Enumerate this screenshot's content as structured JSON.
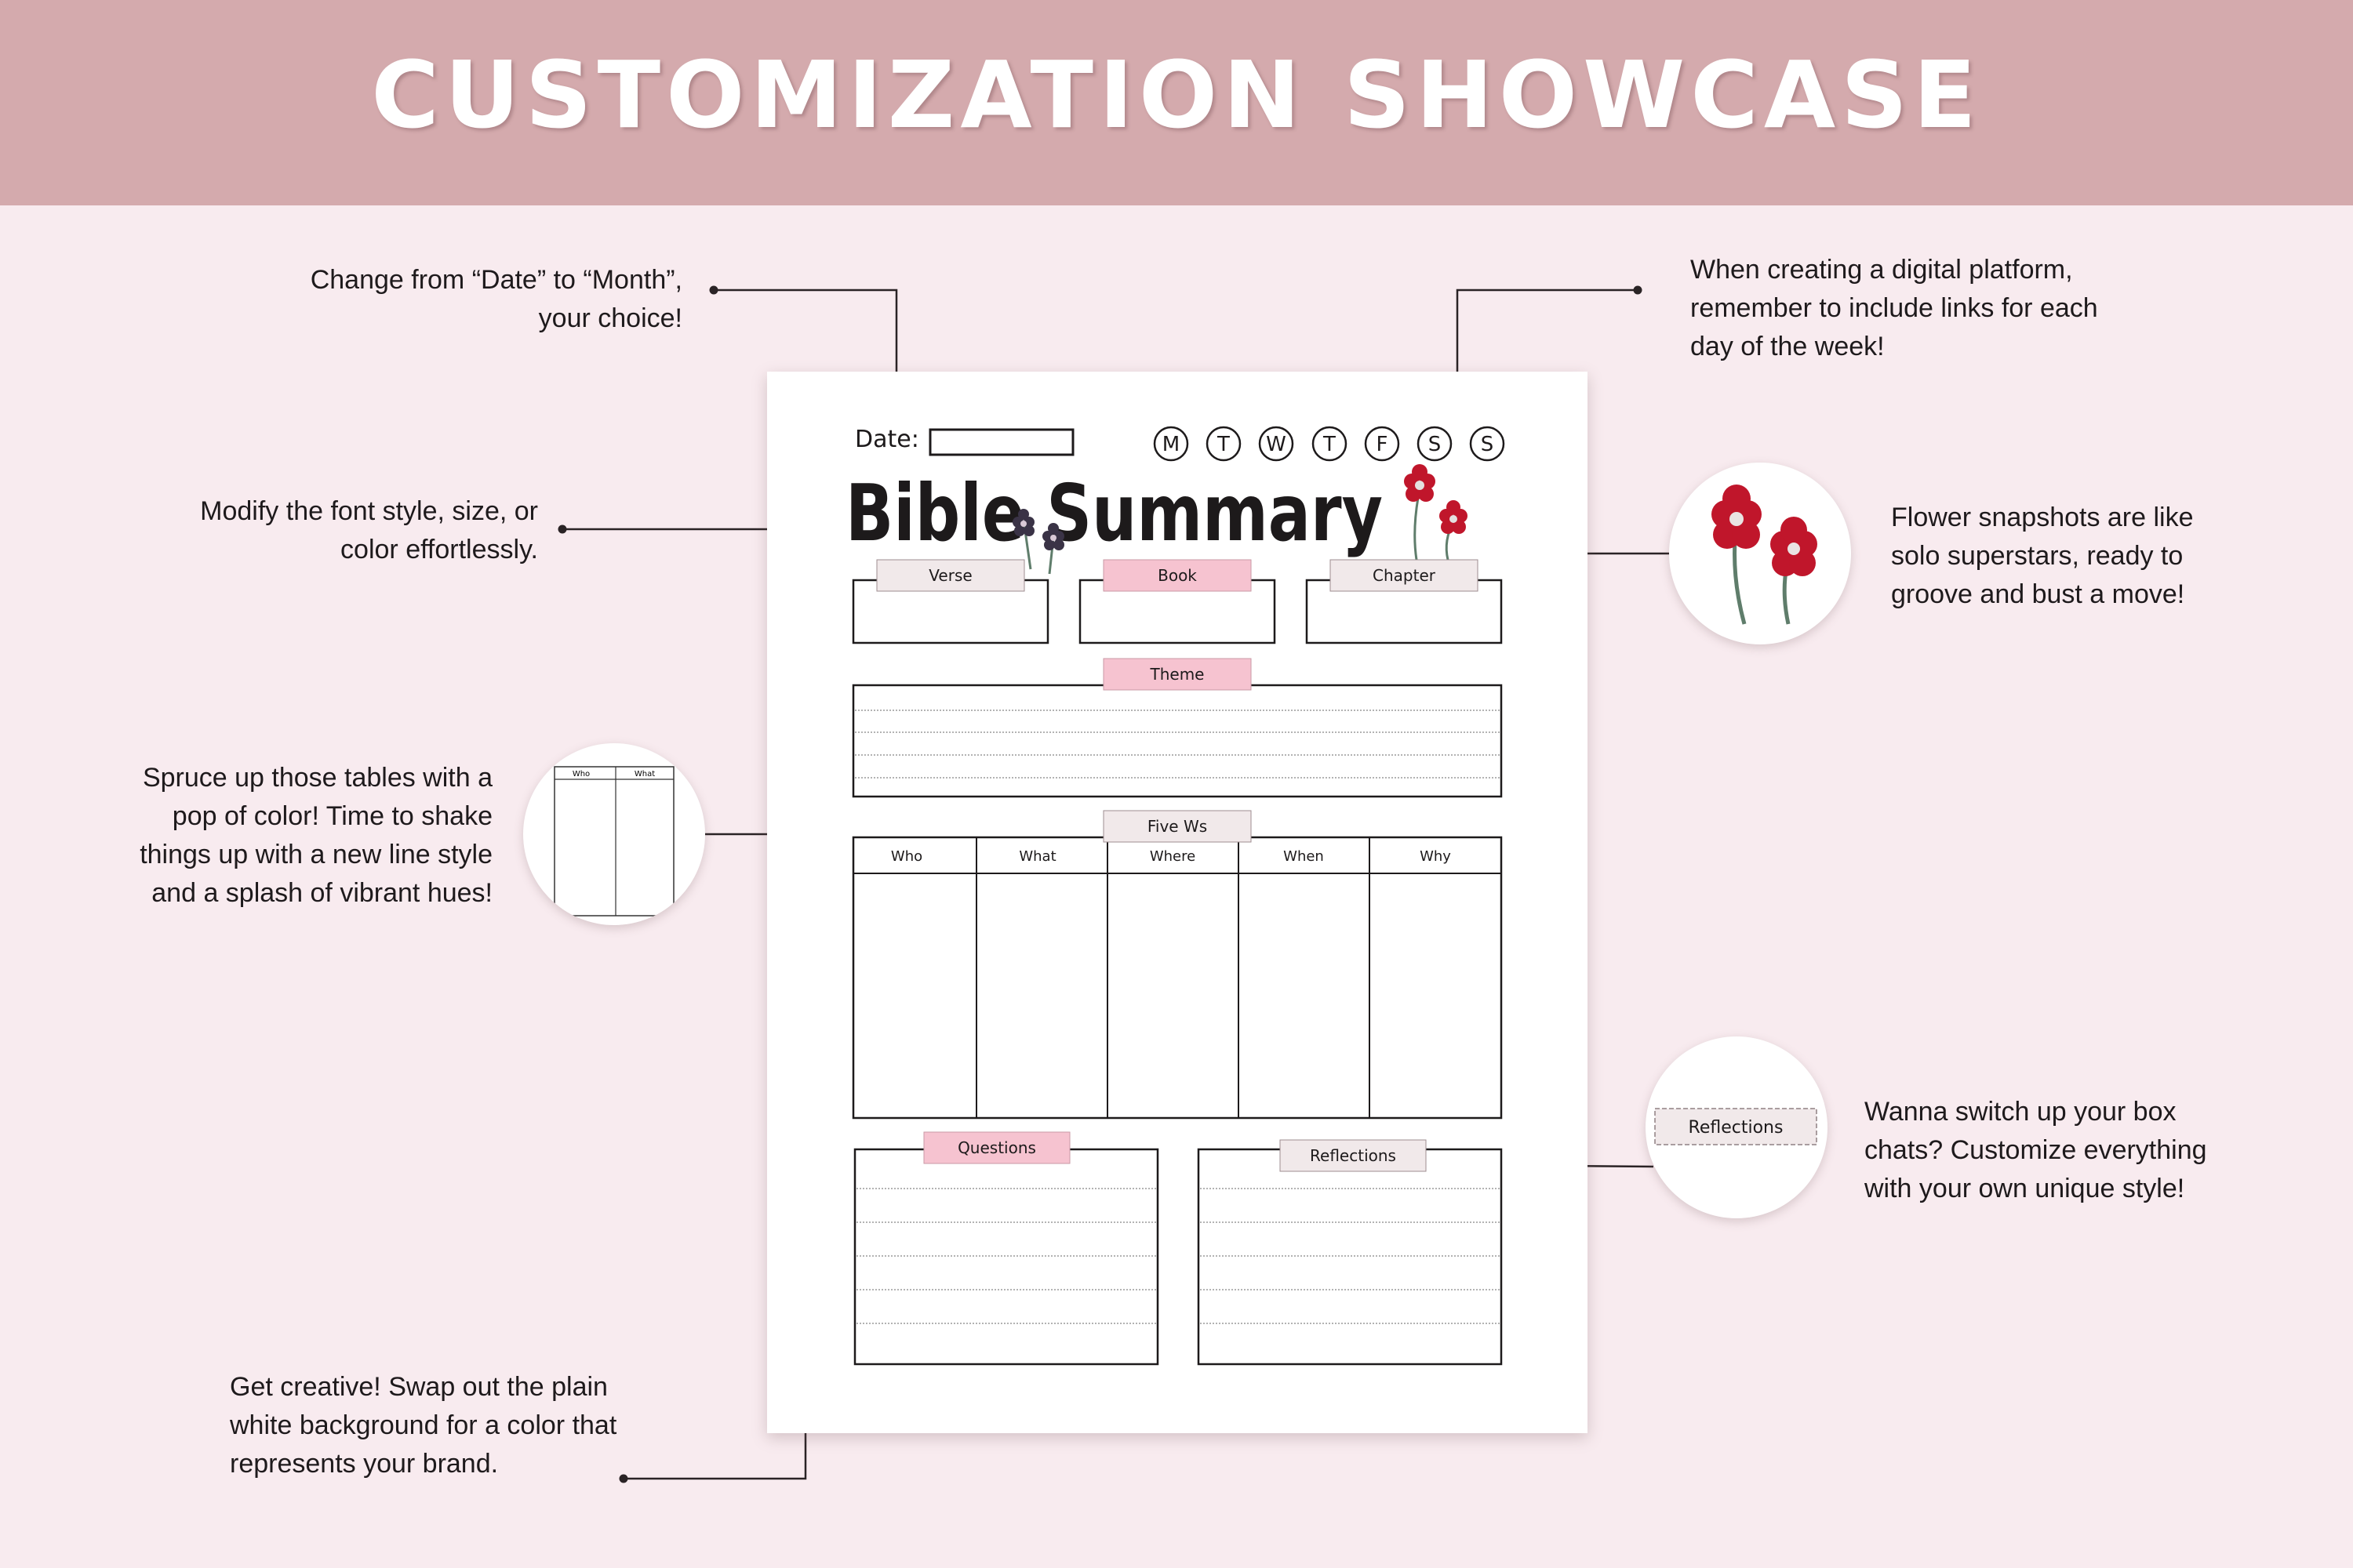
{
  "header": {
    "title": "CUSTOMIZATION SHOWCASE"
  },
  "colors": {
    "banner": "#d4aaad",
    "background": "#f8ebef",
    "tag_pink": "#f6c3d0",
    "tag_grey": "#f1e9ea",
    "flower_red": "#c0162b"
  },
  "notes": {
    "date_month": [
      "Change from “Date” to “Month”,",
      "your choice!"
    ],
    "font_style": [
      "Modify the font style, size, or",
      "color effortlessly."
    ],
    "tables": [
      "Spruce up those tables with a",
      "pop of color! Time to shake",
      "things up with a new line style",
      "and a splash of vibrant hues!"
    ],
    "background": [
      "Get creative! Swap out the plain",
      "white background for a color that",
      "represents your brand."
    ],
    "digital": [
      "When creating a digital platform,",
      "remember to include links for each",
      "day of the week!"
    ],
    "flowers": [
      "Flower snapshots are like",
      "solo superstars, ready to",
      "groove and bust a move!"
    ],
    "box_chats": [
      "Wanna switch up your box",
      "chats? Customize everything",
      "with your own unique style!"
    ]
  },
  "planner": {
    "date_label": "Date:",
    "days": [
      "M",
      "T",
      "W",
      "T",
      "F",
      "S",
      "S"
    ],
    "title": "Bible Summary",
    "fields": {
      "verse": "Verse",
      "book": "Book",
      "chapter": "Chapter"
    },
    "theme": "Theme",
    "five_ws_label": "Five Ws",
    "five_ws_columns": [
      "Who",
      "What",
      "Where",
      "When",
      "Why"
    ],
    "questions": "Questions",
    "reflections": "Reflections"
  },
  "bubbles": {
    "table_columns": [
      "Who",
      "What"
    ],
    "reflections": "Reflections"
  }
}
